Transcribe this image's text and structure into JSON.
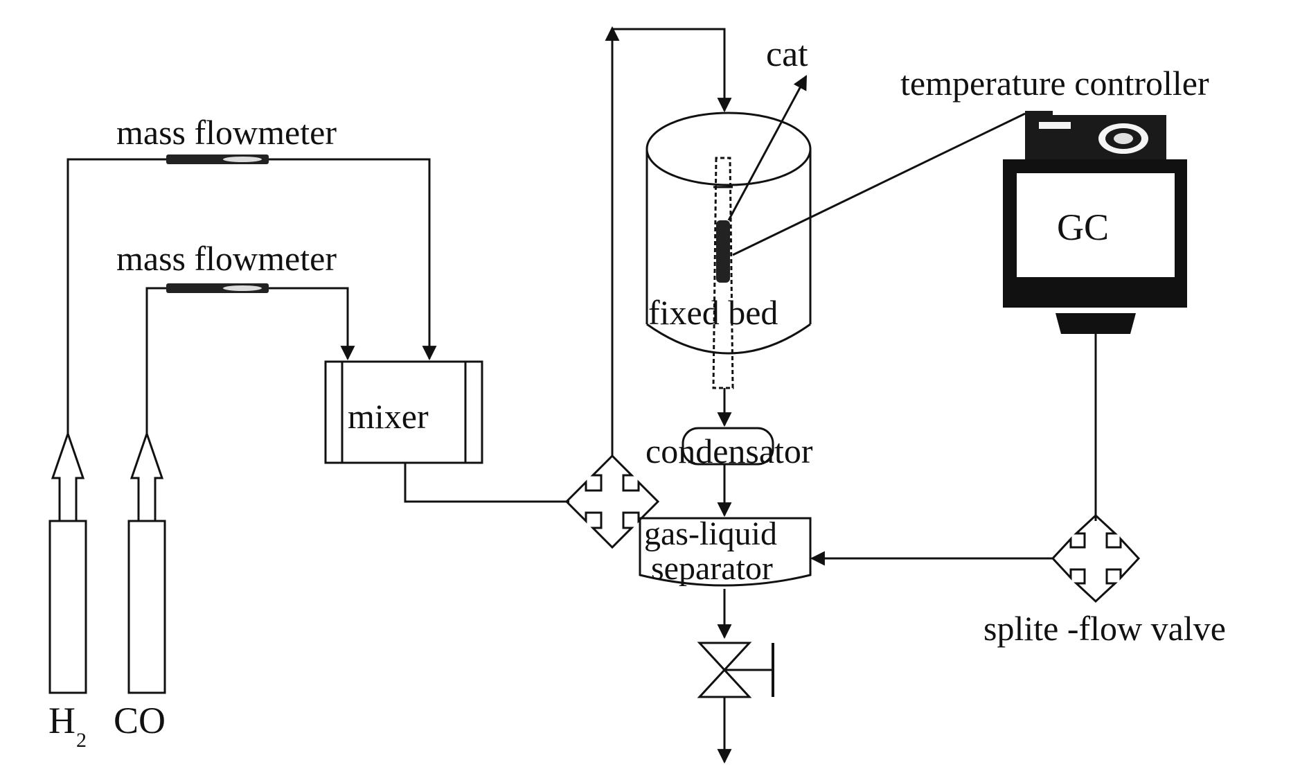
{
  "diagram": {
    "labels": {
      "mass_flowmeter_top": "mass flowmeter",
      "mass_flowmeter_bottom": "mass flowmeter",
      "mixer": "mixer",
      "cat": "cat",
      "temperature_controller": "temperature controller",
      "gc": "GC",
      "fixed_bed": "fixed bed",
      "condensator": "condensator",
      "gas_liquid": "gas-liquid",
      "separator": "separator",
      "split_flow_valve": "splite -flow valve",
      "h2_letter": "H",
      "h2_subscript": "2",
      "co": "CO"
    }
  }
}
